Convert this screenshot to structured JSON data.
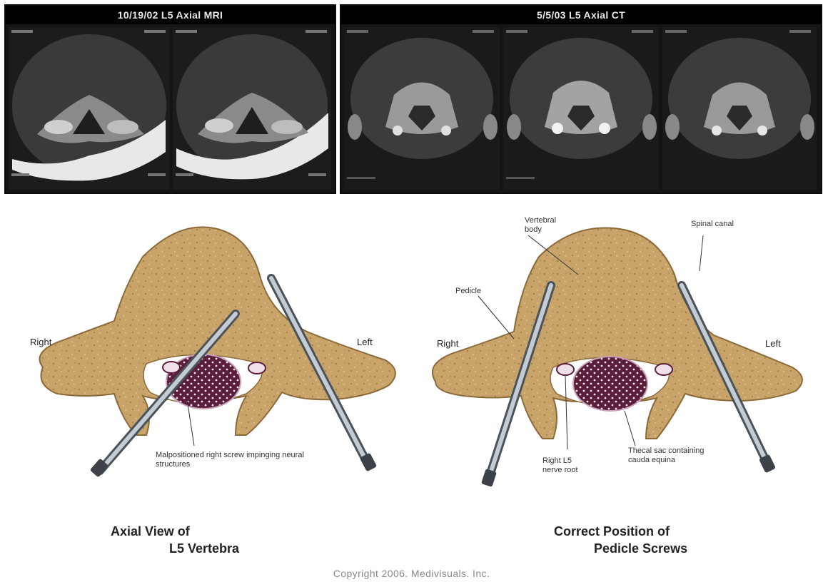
{
  "mri_panel": {
    "title": "10/19/02 L5 Axial MRI"
  },
  "ct_panel": {
    "title": "5/5/03 L5 Axial CT"
  },
  "left_diagram": {
    "right_label": "Right",
    "left_label": "Left",
    "annotation": "Malpositioned right screw impinging neural structures",
    "caption_line1": "Axial View of",
    "caption_line2": "L5 Vertebra"
  },
  "right_diagram": {
    "right_label": "Right",
    "left_label": "Left",
    "vertebral_body_label": "Vertebral body",
    "spinal_canal_label": "Spinal canal",
    "pedicle_label": "Pedicle",
    "nerve_root_label": "Right L5 nerve root",
    "thecal_sac_label": "Thecal sac containing cauda equina",
    "caption_line1": "Correct Position of",
    "caption_line2": "Pedicle Screws"
  },
  "copyright": "Copyright 2006. Medivisuals. Inc.",
  "colors": {
    "bone": "#c9a46a",
    "bone_edge": "#8b6a3a",
    "thecal_sac": "#5a1e3a",
    "screw": "#9aa3ad"
  }
}
